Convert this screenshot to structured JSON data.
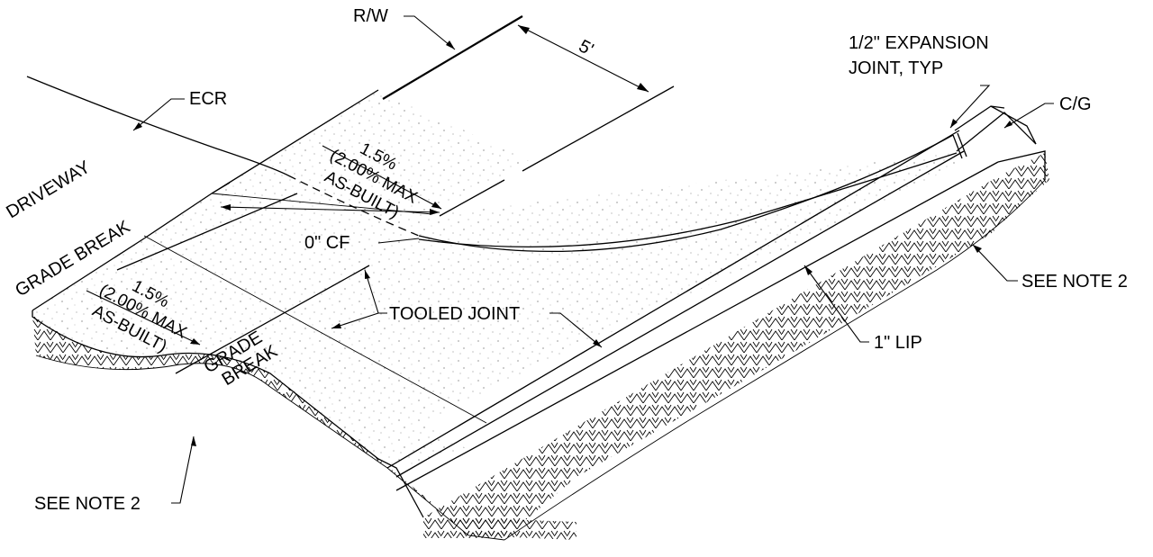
{
  "labels": {
    "rw": "R/W",
    "five_ft": "5'",
    "ecr": "ECR",
    "driveway": "DRIVEWAY",
    "grade_break_upper": "GRADE BREAK",
    "slope_upper_line1": "1.5%",
    "slope_upper_line2": "(2.00% MAX",
    "slope_upper_line3": "AS-BUILT)",
    "slope_lower_line1": "1.5%",
    "slope_lower_line2": "(2.00% MAX",
    "slope_lower_line3": "AS-BUILT)",
    "zero_cf": "0\" CF",
    "tooled_joint": "TOOLED JOINT",
    "grade_break_lower_line1": "GRADE",
    "grade_break_lower_line2": "BREAK",
    "expansion_joint_line1": "1/2\" EXPANSION",
    "expansion_joint_line2": "JOINT, TYP",
    "cg": "C/G",
    "see_note_right": "SEE NOTE 2",
    "see_note_left": "SEE NOTE 2",
    "one_inch_lip": "1\" LIP"
  }
}
